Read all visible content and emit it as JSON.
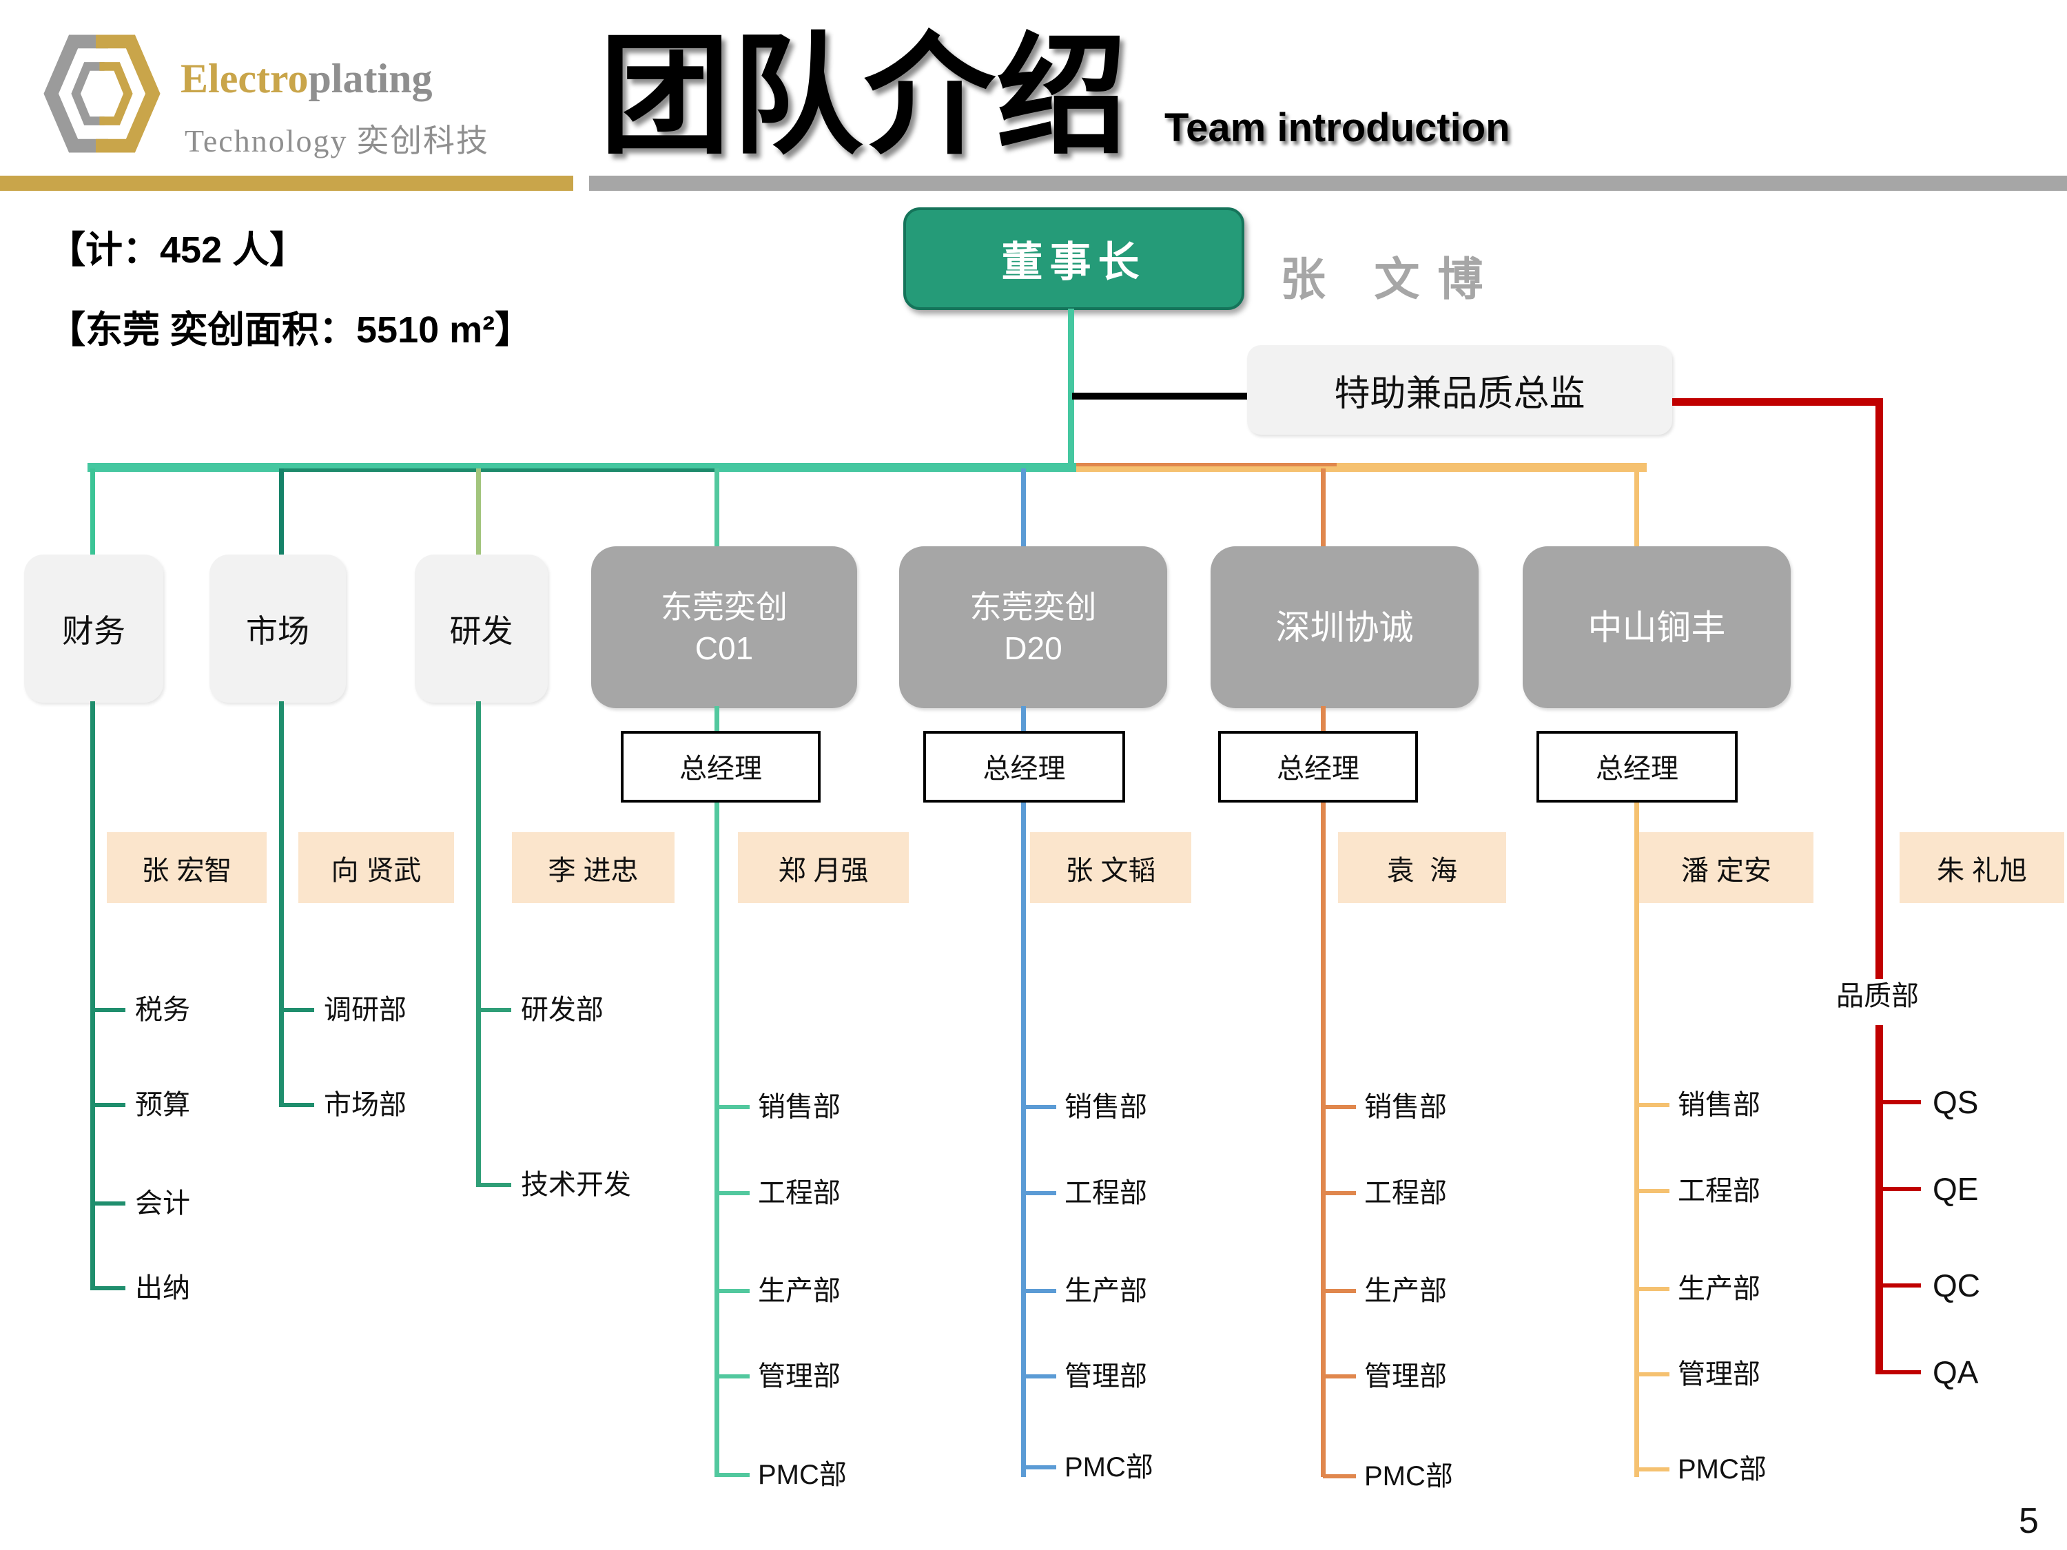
{
  "header": {
    "logo": {
      "brand_accent": "Electro",
      "brand_rest": "plating",
      "brand_line2": "Technology 奕创科技"
    },
    "title_cn": "团队介绍",
    "title_en": "Team introduction"
  },
  "stats": {
    "headcount": "【计：452 人】",
    "area": "【东莞 奕创面积：5510 m²】"
  },
  "org": {
    "chairman": {
      "title": "董事长",
      "name": "张 文博"
    },
    "assistant": {
      "title": "特助兼品质总监"
    },
    "gm_label": "总经理",
    "columns": [
      {
        "dept": "财务",
        "manager": "张 宏智",
        "items": [
          "税务",
          "预算",
          "会计",
          "出纳"
        ]
      },
      {
        "dept": "市场",
        "manager": "向 贤武",
        "items": [
          "调研部",
          "市场部"
        ]
      },
      {
        "dept": "研发",
        "manager": "李 进忠",
        "items": [
          "研发部",
          "技术开发"
        ]
      },
      {
        "dept": "东莞奕创",
        "dept_sub": "C01",
        "manager": "郑 月强",
        "items": [
          "销售部",
          "工程部",
          "生产部",
          "管理部",
          "PMC部"
        ]
      },
      {
        "dept": "东莞奕创",
        "dept_sub": "D20",
        "manager": "张 文韬",
        "items": [
          "销售部",
          "工程部",
          "生产部",
          "管理部",
          "PMC部"
        ]
      },
      {
        "dept": "深圳协诚",
        "manager": "袁  海",
        "items": [
          "销售部",
          "工程部",
          "生产部",
          "管理部",
          "PMC部"
        ]
      },
      {
        "dept": "中山锏丰",
        "manager": "潘 定安",
        "items": [
          "销售部",
          "工程部",
          "生产部",
          "管理部",
          "PMC部"
        ]
      }
    ],
    "quality": {
      "label": "品质部",
      "manager": "朱 礼旭",
      "items": [
        "QS",
        "QE",
        "QC",
        "QA"
      ]
    }
  },
  "page": {
    "number": "5"
  },
  "colors": {
    "brand_gold": "#c9a54a",
    "brand_gray": "#8f8f8f",
    "chairman_green": "#259b78",
    "band_teal": "#45c7a0",
    "finance_top": "#3cc496",
    "finance_bottom": "#1f8e6d",
    "market_line": "#168268",
    "rnd_top": "#a2c57d",
    "rnd_bottom": "#2f9e77",
    "c01_line": "#52c89e",
    "d20_line": "#5b9bd5",
    "shenzhen_line": "#e0874d",
    "zhongshan_line": "#f5c170",
    "quality_red": "#c00000",
    "company_gray": "#a6a6a6",
    "dept_light_gray": "#f2f2f2",
    "name_peach": "#fbe5cc"
  }
}
